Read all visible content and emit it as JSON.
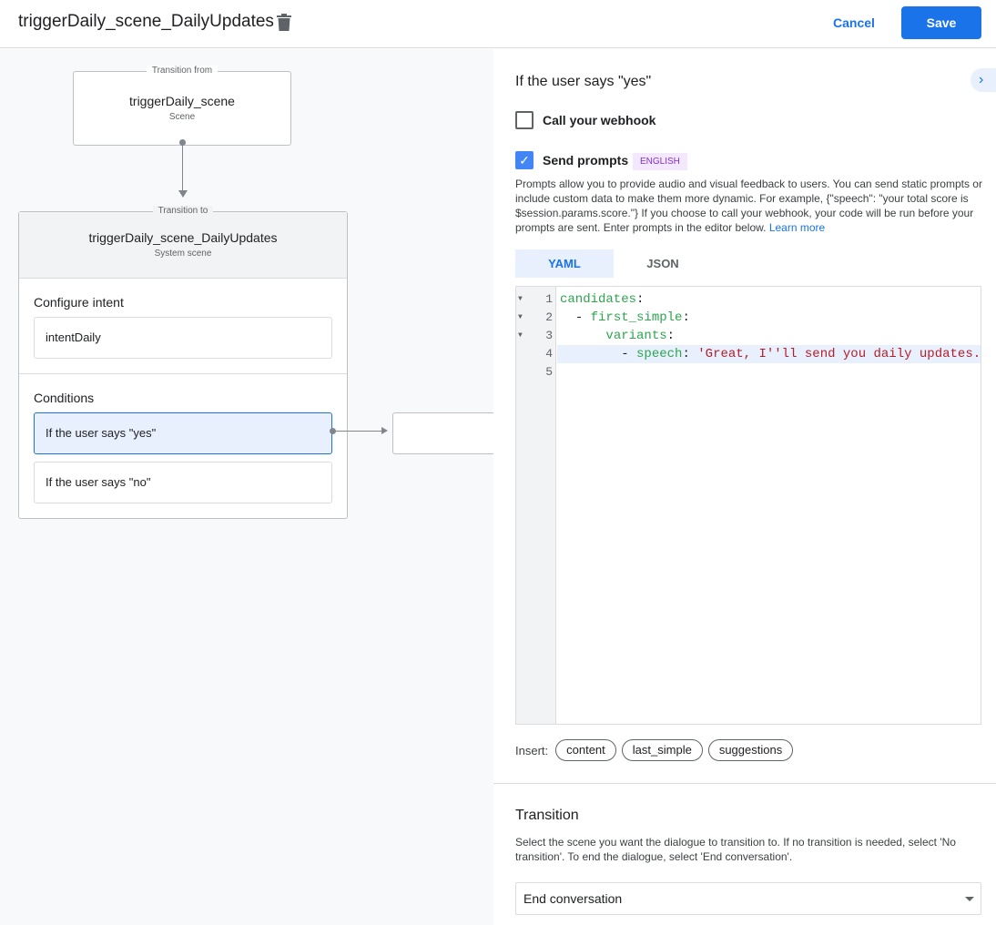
{
  "header": {
    "title": "triggerDaily_scene_DailyUpdates",
    "cancel": "Cancel",
    "save": "Save"
  },
  "canvas": {
    "from": {
      "label": "Transition from",
      "name": "triggerDaily_scene",
      "type": "Scene"
    },
    "to": {
      "label": "Transition to",
      "name": "triggerDaily_scene_DailyUpdates",
      "type": "System scene"
    },
    "intent_heading": "Configure intent",
    "intent": "intentDaily",
    "conditions_heading": "Conditions",
    "conditions": [
      "If the user says \"yes\"",
      "If the user says \"no\""
    ]
  },
  "panel": {
    "heading": "If the user says \"yes\"",
    "webhook": {
      "label": "Call your webhook",
      "checked": false
    },
    "prompts": {
      "label": "Send prompts",
      "checked": true,
      "badge": "ENGLISH"
    },
    "description": "Prompts allow you to provide audio and visual feedback to users. You can send static prompts or include custom data to make them more dynamic. For example, {\"speech\": \"your total score is $session.params.score.\"} If you choose to call your webhook, your code will be run before your prompts are sent. Enter prompts in the editor below.",
    "learn_more": "Learn more",
    "tabs": [
      "YAML",
      "JSON"
    ],
    "active_tab": "YAML",
    "code_lines": [
      "1",
      "2",
      "3",
      "4",
      "5"
    ],
    "code": {
      "l1k": "candidates",
      "l2d": "- ",
      "l2k": "first_simple",
      "l3k": "variants",
      "l4d": "- ",
      "l4k": "speech",
      "l4v": "'Great, I''ll send you daily updates."
    },
    "insert_label": "Insert:",
    "insert_chips": [
      "content",
      "last_simple",
      "suggestions"
    ],
    "transition": {
      "heading": "Transition",
      "description": "Select the scene you want the dialogue to transition to. If no transition is needed, select 'No transition'. To end the dialogue, select 'End conversation'.",
      "selected": "End conversation"
    }
  },
  "colors": {
    "accent": "#1a73e8",
    "key": "#2ea44f",
    "string": "#b31d28",
    "badge_bg": "#f3e8fd",
    "badge_fg": "#8430ce"
  }
}
